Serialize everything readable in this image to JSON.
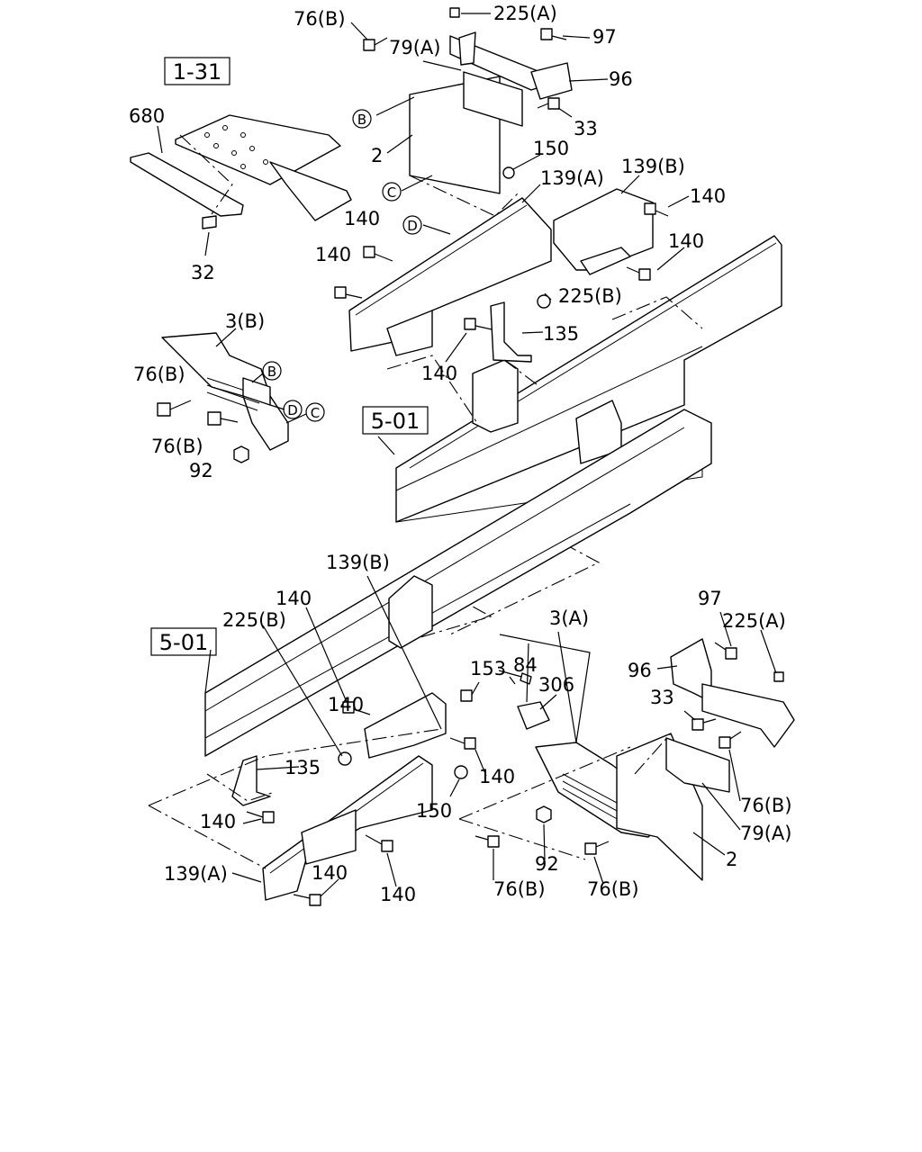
{
  "ref_boxes": [
    {
      "text": "1-31"
    },
    {
      "text": "5-01"
    },
    {
      "text": "5-01"
    }
  ],
  "circled": [
    {
      "text": "B"
    },
    {
      "text": "C"
    },
    {
      "text": "D"
    },
    {
      "text": "B"
    },
    {
      "text": "D"
    },
    {
      "text": "C"
    }
  ],
  "labels": [
    {
      "text": "76(B)"
    },
    {
      "text": "225(A)"
    },
    {
      "text": "97"
    },
    {
      "text": "79(A)"
    },
    {
      "text": "96"
    },
    {
      "text": "33"
    },
    {
      "text": "2"
    },
    {
      "text": "150"
    },
    {
      "text": "139(A)"
    },
    {
      "text": "139(B)"
    },
    {
      "text": "140"
    },
    {
      "text": "140"
    },
    {
      "text": "140"
    },
    {
      "text": "140"
    },
    {
      "text": "225(B)"
    },
    {
      "text": "135"
    },
    {
      "text": "140"
    },
    {
      "text": "680"
    },
    {
      "text": "32"
    },
    {
      "text": "3(B)"
    },
    {
      "text": "76(B)"
    },
    {
      "text": "76(B)"
    },
    {
      "text": "92"
    },
    {
      "text": "139(B)"
    },
    {
      "text": "140"
    },
    {
      "text": "225(B)"
    },
    {
      "text": "3(A)"
    },
    {
      "text": "153"
    },
    {
      "text": "84"
    },
    {
      "text": "306"
    },
    {
      "text": "97"
    },
    {
      "text": "225(A)"
    },
    {
      "text": "96"
    },
    {
      "text": "33"
    },
    {
      "text": "135"
    },
    {
      "text": "140"
    },
    {
      "text": "150"
    },
    {
      "text": "140"
    },
    {
      "text": "76(B)"
    },
    {
      "text": "79(A)"
    },
    {
      "text": "2"
    },
    {
      "text": "92"
    },
    {
      "text": "76(B)"
    },
    {
      "text": "76(B)"
    },
    {
      "text": "139(A)"
    },
    {
      "text": "140"
    },
    {
      "text": "140"
    },
    {
      "text": "140"
    }
  ]
}
